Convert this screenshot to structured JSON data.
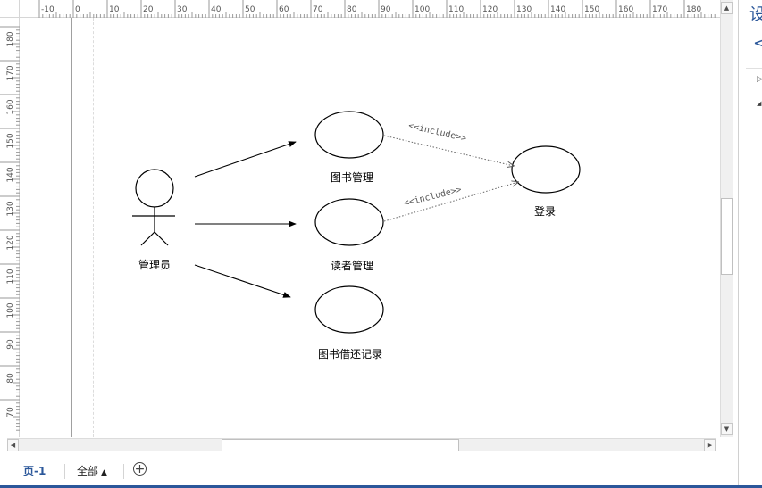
{
  "ruler": {
    "horizontal_labels": [
      "-10",
      "0",
      "10",
      "20",
      "30",
      "40",
      "50",
      "60",
      "70",
      "80",
      "90",
      "100",
      "110",
      "120",
      "130",
      "140",
      "150",
      "160",
      "170",
      "180"
    ],
    "vertical_labels": [
      "180",
      "170",
      "160",
      "150",
      "140",
      "130",
      "120",
      "110",
      "100",
      "90",
      "80",
      "70"
    ]
  },
  "diagram": {
    "actor": {
      "label": "管理员",
      "icon": "stick-figure-actor"
    },
    "use_cases": {
      "book_management": "图书管理",
      "reader_management": "读者管理",
      "borrow_records": "图书借还记录",
      "login": "登录"
    },
    "relations": {
      "include_1": "<<include>>",
      "include_2": "<<include>>"
    },
    "colors": {
      "stroke": "#000000",
      "include_line": "#666666"
    }
  },
  "tabs": {
    "current_page": "页-1",
    "all_pages": "全部",
    "all_pages_arrow": "▲",
    "add_page_icon": "⊕"
  },
  "panel": {
    "title": "设",
    "back_icon": "<",
    "expand_icon": "▷",
    "collapse_icon": "◢"
  },
  "scrollbars": {
    "up_arrow": "▲",
    "down_arrow": "▼",
    "left_arrow": "◀",
    "right_arrow": "▶"
  }
}
